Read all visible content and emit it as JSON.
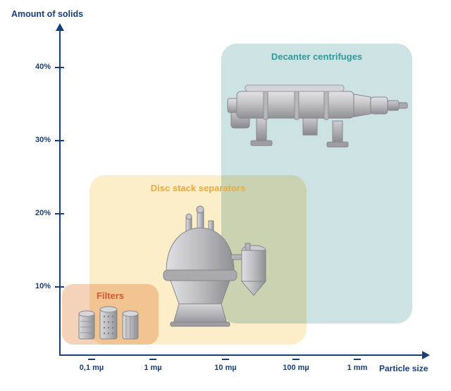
{
  "page": {
    "background": "#ffffff"
  },
  "chart_data": {
    "type": "area",
    "title": "",
    "ylabel": "Amount of solids",
    "xlabel": "Particle size",
    "x_scale": "log",
    "grid": false,
    "axis_color": "#17407b",
    "x_ticks": [
      "0,1 mµ",
      "1 mµ",
      "10 mµ",
      "100 mµ",
      "1 mm"
    ],
    "y_ticks": [
      "10%",
      "20%",
      "30%",
      "40%"
    ],
    "regions": [
      {
        "name": "Filters",
        "fill_color": "#f5d2ba",
        "label_color": "#cf5a30",
        "x_range": [
          "< 0,1 mµ",
          "≈ 1 mµ"
        ],
        "y_range": [
          "0%",
          "≈ 10%"
        ],
        "illustration": "filter-cartridges"
      },
      {
        "name": "Disc stack separators",
        "fill_color": "#fbeec8",
        "label_color": "#eca93b",
        "x_range": [
          "< 0,1 mµ",
          "≈ 100 mµ"
        ],
        "y_range": [
          "0%",
          "≈ 25%"
        ],
        "illustration": "disc-stack-separator"
      },
      {
        "name": "Decanter centrifuges",
        "fill_color": "#cde2e2",
        "label_color": "#2f9b9b",
        "x_range": [
          "≈ 10 mµ",
          "> 1 mm"
        ],
        "y_range": [
          "0%",
          "≈ 43%"
        ],
        "illustration": "decanter-centrifuge"
      }
    ]
  }
}
